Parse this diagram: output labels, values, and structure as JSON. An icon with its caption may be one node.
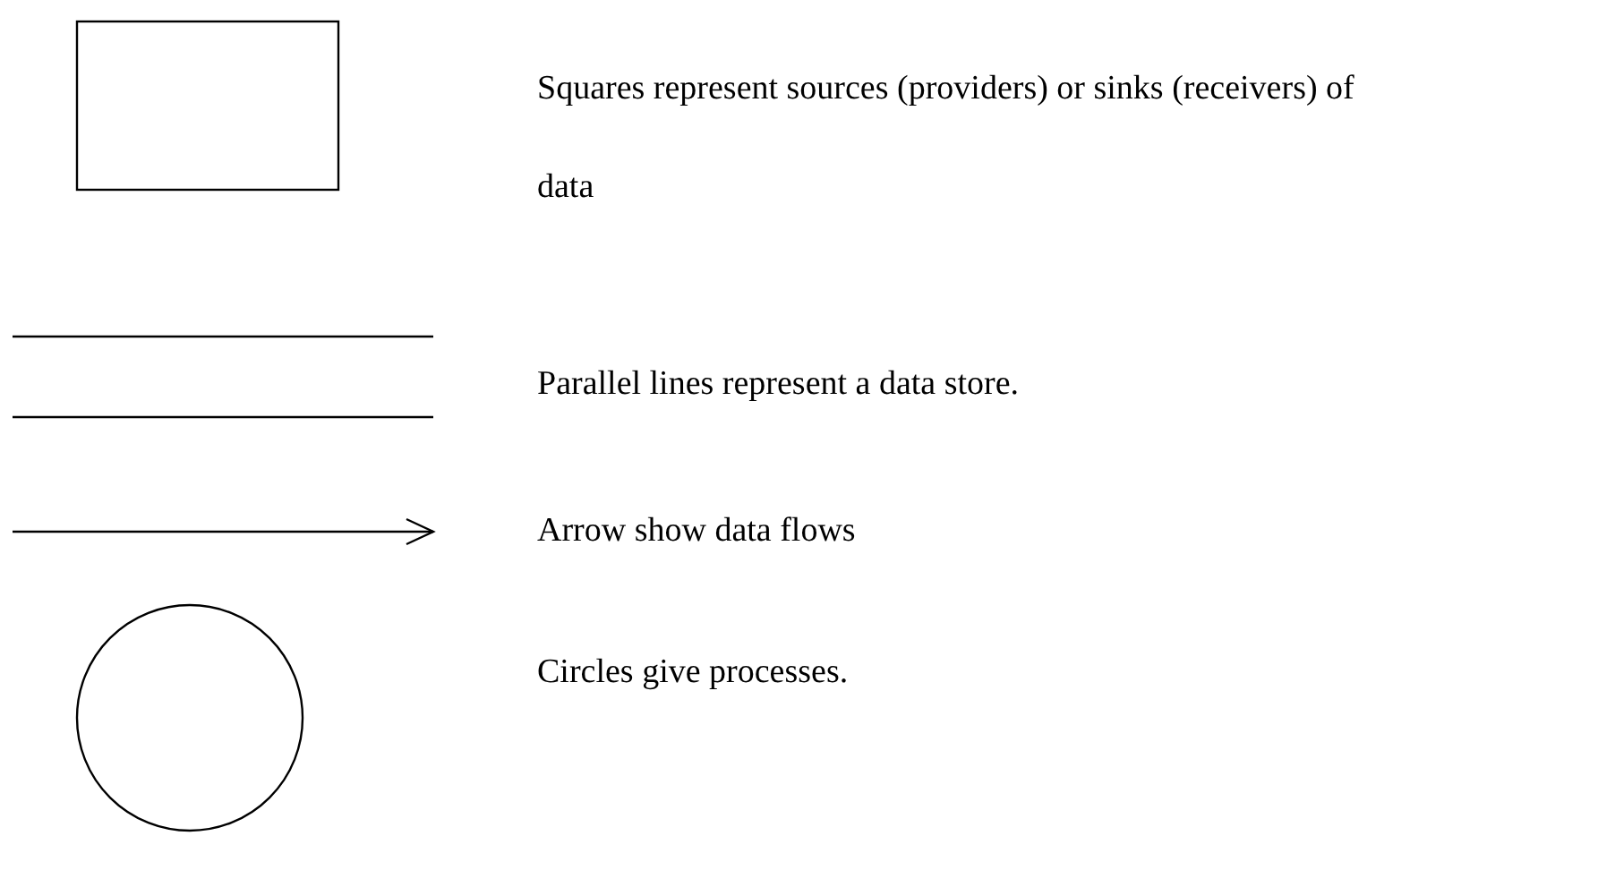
{
  "diagram": {
    "legend": [
      {
        "text": "Squares represent sources (providers) or sinks (receivers) of data"
      },
      {
        "text": "Parallel lines represent a data store."
      },
      {
        "text": "Arrow show data flows"
      },
      {
        "text": "Circles give processes."
      }
    ]
  }
}
